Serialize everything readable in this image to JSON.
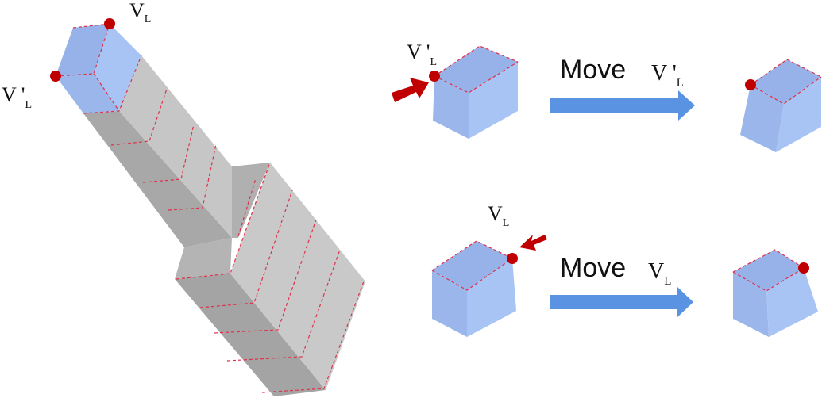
{
  "labels": {
    "vertex_main": "V",
    "vertex_prime": "V '",
    "subscript": "L"
  },
  "rows": [
    {
      "action_text": "Move",
      "vertex_text": "V '",
      "vertex_sub": "L"
    },
    {
      "action_text": "Move",
      "vertex_text": "V",
      "vertex_sub": "L"
    }
  ],
  "colors": {
    "cube_top": "#97b2e9",
    "cube_left": "#9bb6eb",
    "cube_right": "#a8c4f4",
    "column_light": "#c8c8c8",
    "column_mid": "#bababa",
    "column_dark": "#a6a6a6",
    "dashed_edge": "#e0304a",
    "vertex_dot": "#c00000",
    "pointer_arrow": "#c00000",
    "move_arrow": "#5b93e3"
  }
}
